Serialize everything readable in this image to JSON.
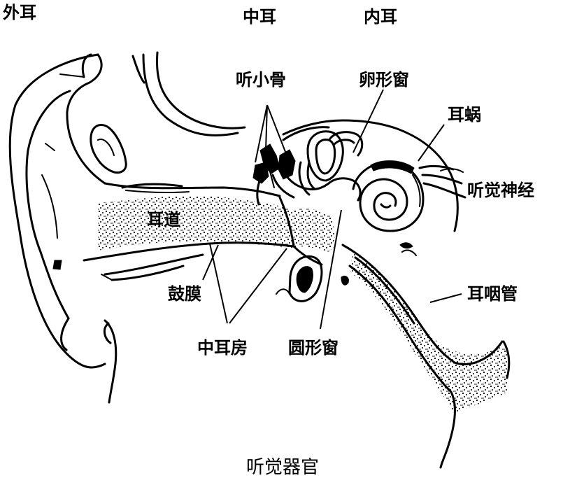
{
  "labels": {
    "outer_ear": "外耳",
    "middle_ear": "中耳",
    "inner_ear": "内耳",
    "ossicles": "听小骨",
    "oval_window": "卵形窗",
    "cochlea": "耳蜗",
    "auditory_nerve": "听觉神经",
    "ear_canal": "耳道",
    "eardrum": "鼓膜",
    "eustachian_tube": "耳咽管",
    "middle_ear_cavity": "中耳房",
    "round_window": "圆形窗"
  },
  "caption": "听觉器官"
}
